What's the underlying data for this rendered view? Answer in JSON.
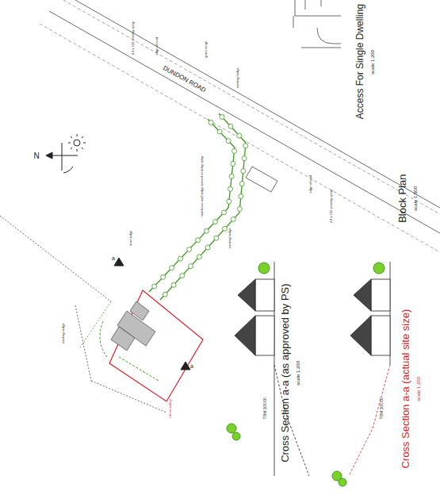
{
  "diagram": {
    "labels": [
      "DUNDON ROAD",
      "Block Plan",
      "scale 1:500",
      "Access For Single Dwelling",
      "scale 1:200",
      "Cross Section a-a (as approved by PS)",
      "scale 1:200",
      "Cross Section a-a (actual site size)",
      "scale 1:200",
      "N",
      "TBM 100.00",
      "TBM 100.00",
      "2.4 x 100 visibility splay",
      "edge of road",
      "grass verge",
      "2.4 x 100 visibility splay",
      "edge of road",
      "existing hedge",
      "new fence and hedge behind visibility splay",
      "existing hedge",
      "new hedge",
      "site boundary",
      "existing hedge",
      "a",
      "a"
    ]
  }
}
